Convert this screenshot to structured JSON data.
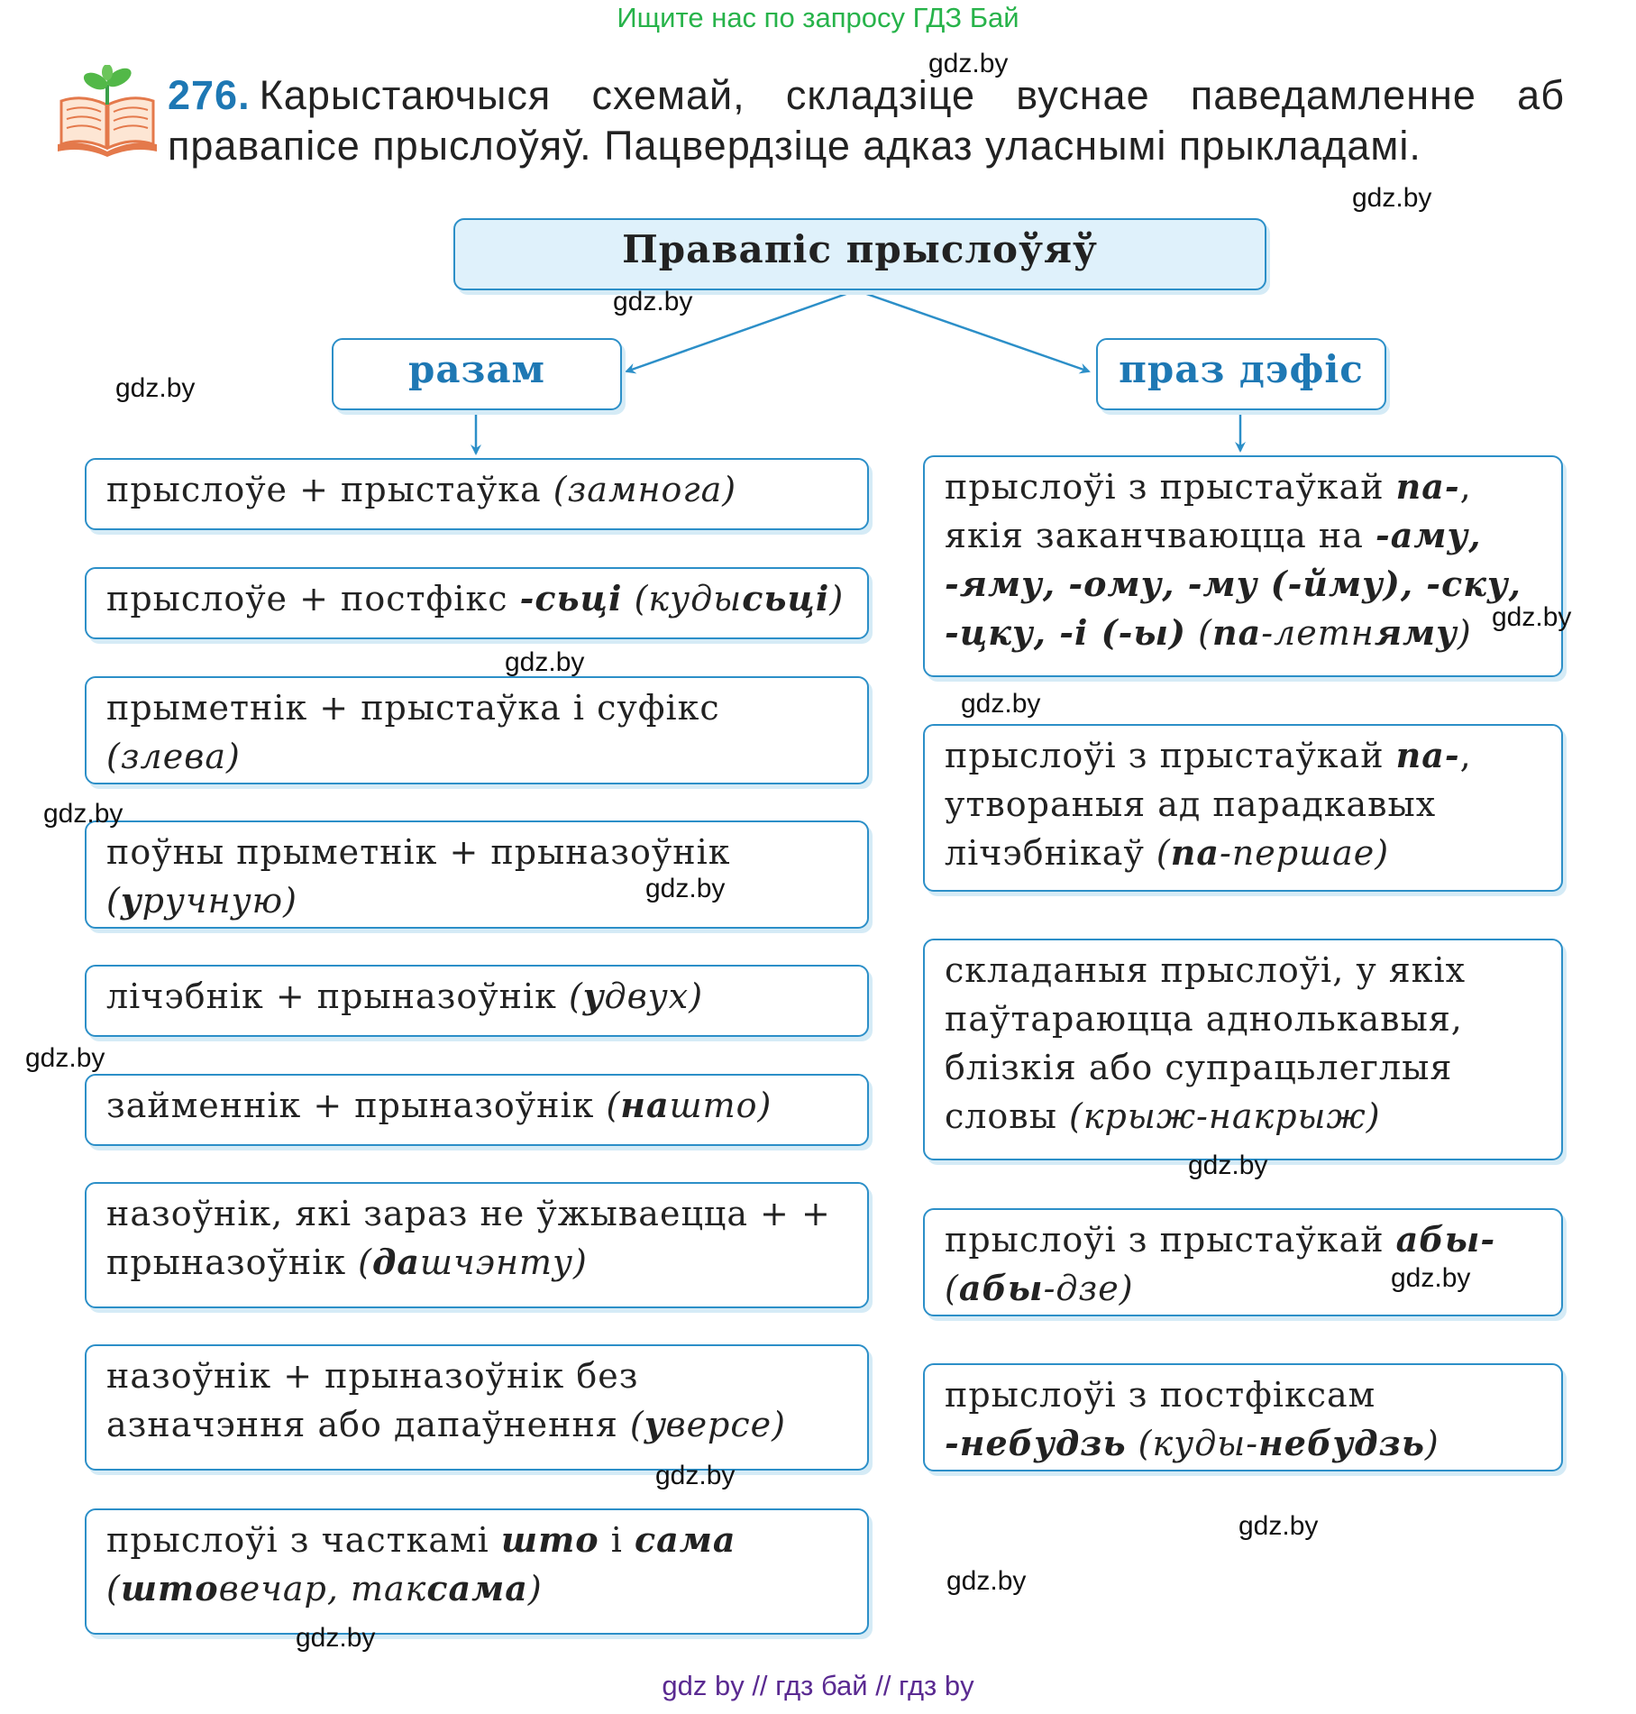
{
  "banner": "Ищите нас по запросу ГДЗ Бай",
  "watermark": "gdz.by",
  "task": {
    "number": "276.",
    "text": "Карыстаючыся схемай, складзіце вуснае паведамленне аб правапісе прыслоўяў. Пацвердзіце адказ уласнымі прыкладамі."
  },
  "scheme": {
    "title": "Правапіс прыслоўяў",
    "left_heading": "разам",
    "right_heading": "праз дэфіс"
  },
  "left_rules": [
    {
      "parts": [
        [
          "t",
          "прыслоўе + прыстаўка "
        ],
        [
          "e",
          "(замнога)"
        ]
      ]
    },
    {
      "parts": [
        [
          "t",
          "прыслоўе + постфікс "
        ],
        [
          "b",
          "-сьці"
        ],
        [
          "t",
          " "
        ],
        [
          "e",
          "(куды"
        ],
        [
          "b",
          "сьці"
        ],
        [
          "e",
          ")"
        ]
      ]
    },
    {
      "parts": [
        [
          "t",
          "прыметнік + прыстаўка і суфікс "
        ],
        [
          "e",
          "(злева)"
        ]
      ]
    },
    {
      "parts": [
        [
          "t",
          "поўны прыметнік + прыназоўнік "
        ],
        [
          "e",
          "("
        ],
        [
          "b",
          "у"
        ],
        [
          "e",
          "ручную)"
        ]
      ]
    },
    {
      "parts": [
        [
          "t",
          "лічэбнік + прыназоўнік "
        ],
        [
          "e",
          "("
        ],
        [
          "b",
          "у"
        ],
        [
          "e",
          "двух)"
        ]
      ]
    },
    {
      "parts": [
        [
          "t",
          "займеннік + прыназоўнік "
        ],
        [
          "e",
          "("
        ],
        [
          "b",
          "на"
        ],
        [
          "e",
          "што)"
        ]
      ]
    },
    {
      "parts": [
        [
          "t",
          "назоўнік, які зараз не ўжываецца + + прыназоўнік "
        ],
        [
          "e",
          "("
        ],
        [
          "b",
          "да"
        ],
        [
          "e",
          "шчэнту)"
        ]
      ]
    },
    {
      "parts": [
        [
          "t",
          "назоўнік + прыназоўнік без азначэння або дапаўнення "
        ],
        [
          "e",
          "("
        ],
        [
          "b",
          "у"
        ],
        [
          "e",
          "версе)"
        ]
      ]
    },
    {
      "parts": [
        [
          "t",
          "прыслоўі з часткамі "
        ],
        [
          "b",
          "што"
        ],
        [
          "t",
          " і "
        ],
        [
          "b",
          "сама"
        ],
        [
          "t",
          " "
        ],
        [
          "e",
          "("
        ],
        [
          "b",
          "што"
        ],
        [
          "e",
          "вечар, так"
        ],
        [
          "b",
          "сама"
        ],
        [
          "e",
          ")"
        ]
      ]
    }
  ],
  "right_rules": [
    {
      "parts": [
        [
          "t",
          "прыслоўі з прыстаўкай "
        ],
        [
          "b",
          "па-"
        ],
        [
          "t",
          ", якія заканчваюцца на "
        ],
        [
          "b",
          "-аму, -яму, -ому, -му (-йму), -ску, -цку, -і (-ы)"
        ],
        [
          "t",
          " "
        ],
        [
          "e",
          "("
        ],
        [
          "b",
          "па"
        ],
        [
          "e",
          "-летн"
        ],
        [
          "b",
          "яму"
        ],
        [
          "e",
          ")"
        ]
      ]
    },
    {
      "parts": [
        [
          "t",
          "прыслоўі з прыстаўкай "
        ],
        [
          "b",
          "па-"
        ],
        [
          "t",
          ", утвораныя ад парадкавых лічэбнікаў "
        ],
        [
          "e",
          "("
        ],
        [
          "b",
          "па"
        ],
        [
          "e",
          "-першае)"
        ]
      ]
    },
    {
      "parts": [
        [
          "t",
          "складаныя прыслоўі, у якіх паўтараюцца аднолькавыя, блізкія або супрацьлеглыя словы "
        ],
        [
          "e",
          "(крыж-накрыж)"
        ]
      ]
    },
    {
      "parts": [
        [
          "t",
          "прыслоўі з прыстаўкай "
        ],
        [
          "b",
          "абы-"
        ],
        [
          "t",
          " "
        ],
        [
          "e",
          "("
        ],
        [
          "b",
          "абы"
        ],
        [
          "e",
          "-дзе)"
        ]
      ]
    },
    {
      "parts": [
        [
          "t",
          "прыслоўі з постфіксам "
        ],
        [
          "b",
          "-небудзь"
        ],
        [
          "t",
          " "
        ],
        [
          "e",
          "(куды-"
        ],
        [
          "b",
          "небудзь"
        ],
        [
          "e",
          ")"
        ]
      ]
    }
  ],
  "footer": "gdz by  //  гдз бай  //  гдз by"
}
